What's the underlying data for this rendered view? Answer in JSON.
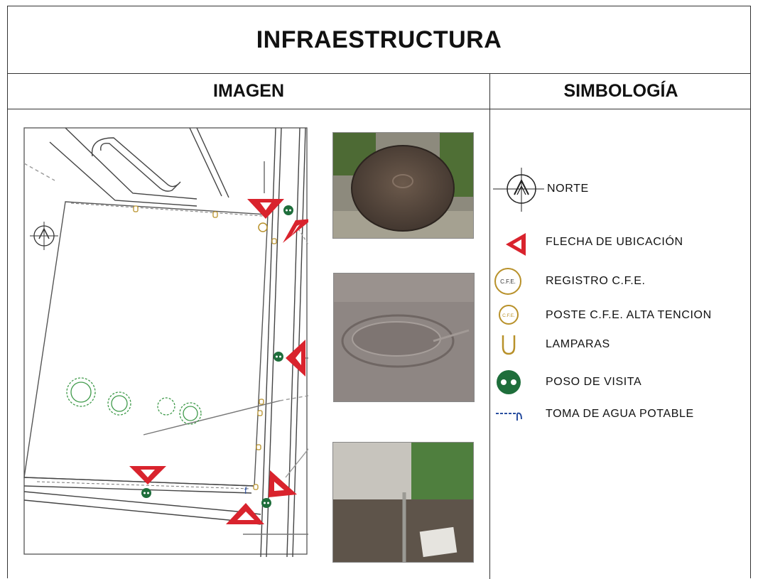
{
  "document": {
    "title": "INFRAESTRUCTURA",
    "column_image_header": "IMAGEN",
    "column_symbols_header": "SIMBOLOGÍA"
  },
  "plan": {
    "hydrant_glyph": "f"
  },
  "legend": {
    "items": [
      {
        "label": "NORTE",
        "icon": "north-arrow-icon"
      },
      {
        "label": "FLECHA DE UBICACIÓN",
        "icon": "location-arrow-icon"
      },
      {
        "label": "REGISTRO C.F.E.",
        "icon": "cfe-registry-icon",
        "icon_text": "C.F.E."
      },
      {
        "label": "POSTE C.F.E. ALTA TENCION",
        "icon": "cfe-pole-icon",
        "icon_text": "C.F.E."
      },
      {
        "label": "LAMPARAS",
        "icon": "lamp-icon"
      },
      {
        "label": "POSO DE VISITA",
        "icon": "manhole-icon"
      },
      {
        "label": "TOMA DE AGUA POTABLE",
        "icon": "water-tap-icon"
      }
    ]
  },
  "colors": {
    "arrow_red": "#d9232d",
    "manhole_green": "#1e6e3b",
    "cfe_gold": "#b8912a",
    "tree_green": "#3f9a4a",
    "water_blue": "#2a4fa0"
  }
}
